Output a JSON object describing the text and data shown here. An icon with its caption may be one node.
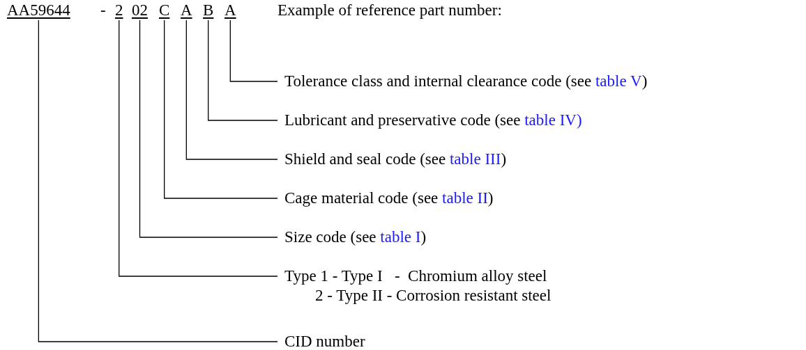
{
  "diagram": {
    "nodes": [
      {
        "text": [
          "AA59644"
        ]
      },
      {
        "text": [
          "2"
        ]
      },
      {
        "text": [
          "02"
        ]
      },
      {
        "text": [
          "C"
        ]
      },
      {
        "text": [
          "A"
        ]
      },
      {
        "text": [
          "B"
        ]
      },
      {
        "text": [
          "A"
        ]
      },
      {
        "text": [
          "Tolerance class and internal clearance code (see",
          "table V",
          ")"
        ]
      },
      {
        "text": [
          "Lubricant and preservative code (see",
          "table IV)"
        ]
      },
      {
        "text": [
          "Shield and seal code (see",
          "table III",
          ")"
        ]
      },
      {
        "text": [
          "Cage material code (see",
          "table II",
          ")"
        ]
      },
      {
        "text": [
          "Size code (see",
          "table I",
          ")"
        ]
      },
      {
        "text": [
          "Type 1 - Type I   -  Chromium alloy steel",
          "2 - Type II - Corrosion resistant steel"
        ]
      },
      {
        "text": [
          "CID number"
        ]
      }
    ],
    "edges": [
      {
        "from": 6,
        "to": 7,
        "arrow": "none"
      },
      {
        "from": 5,
        "to": 8,
        "arrow": "none"
      },
      {
        "from": 4,
        "to": 9,
        "arrow": "none"
      },
      {
        "from": 3,
        "to": 10,
        "arrow": "none"
      },
      {
        "from": 2,
        "to": 11,
        "arrow": "none"
      },
      {
        "from": 1,
        "to": 12,
        "arrow": "none"
      },
      {
        "from": 0,
        "to": 13,
        "arrow": "none"
      }
    ],
    "labels": [
      "-",
      "Example of reference part number:"
    ]
  }
}
